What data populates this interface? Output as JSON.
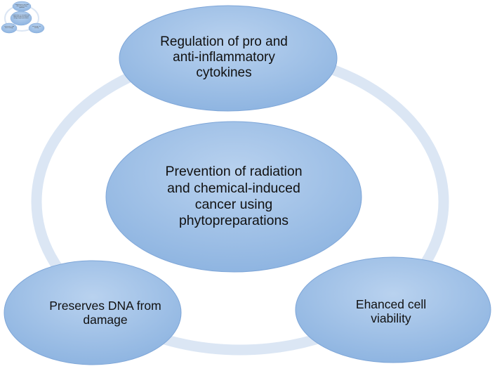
{
  "diagram": {
    "center": "Prevention of radiation\nand chemical-induced\ncancer using\nphytopreparations",
    "nodes": {
      "top": "Regulation of pro and\nanti-inflammatory\ncytokines",
      "left": "Preserves DNA from\ndamage",
      "right": "Ehanced  cell\nviability"
    }
  },
  "colors": {
    "ellipse_fill": "#9dbfe6",
    "ellipse_edge": "#7ea6d8",
    "ring": "#dbe6f4",
    "text": "#111111"
  }
}
